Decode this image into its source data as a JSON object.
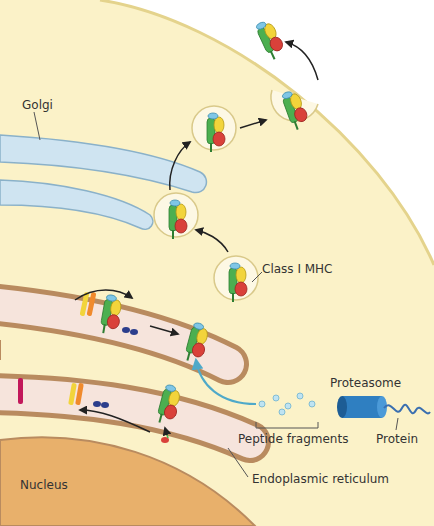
{
  "diagram": {
    "labels": [
      "Golgi",
      "Class I MHC",
      "Proteasome",
      "Peptide fragments",
      "Protein",
      "Nucleus",
      "Endoplasmic reticulum"
    ]
  }
}
